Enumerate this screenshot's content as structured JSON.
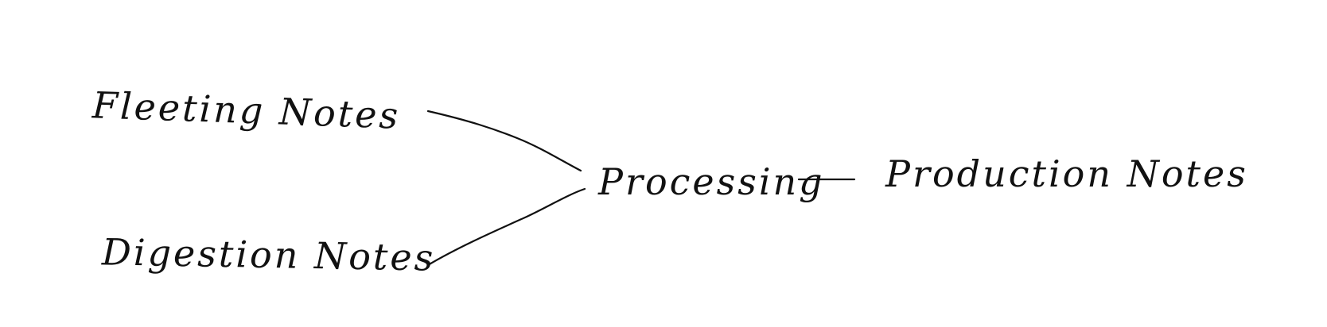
{
  "diagram": {
    "nodes": [
      {
        "id": "fleeting",
        "label": "Fleeting Notes"
      },
      {
        "id": "digestion",
        "label": "Digestion Notes"
      },
      {
        "id": "processing",
        "label": "Processing"
      },
      {
        "id": "production",
        "label": "Production Notes"
      }
    ],
    "edges": [
      {
        "from": "fleeting",
        "to": "processing"
      },
      {
        "from": "digestion",
        "to": "processing"
      },
      {
        "from": "processing",
        "to": "production"
      }
    ],
    "ink_color": "#111111",
    "background_color": "#ffffff"
  }
}
